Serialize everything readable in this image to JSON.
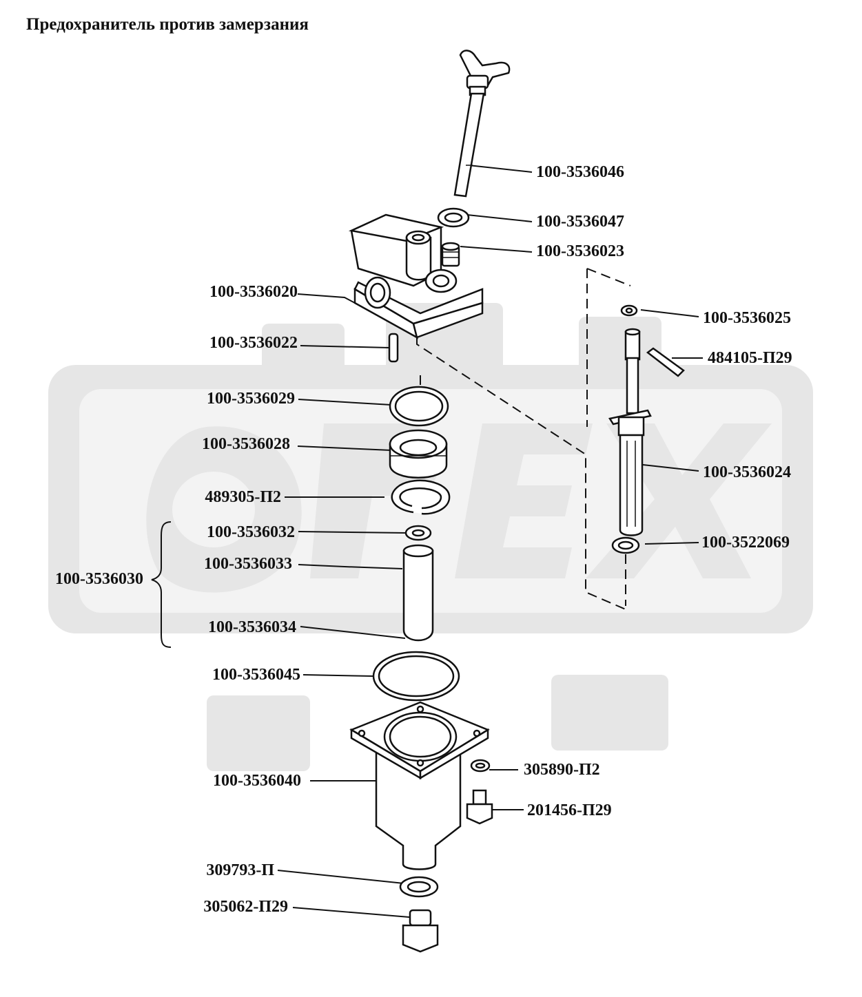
{
  "title": "Предохранитель против замерзания",
  "watermark": "ОРЕХ",
  "colors": {
    "ink": "#111111",
    "watermark_fill": "#e6e6e6",
    "watermark_light": "#f1f1f1"
  },
  "parts": {
    "p3536046": "100-3536046",
    "p3536047": "100-3536047",
    "p3536023": "100-3536023",
    "p3536020": "100-3536020",
    "p3536025": "100-3536025",
    "p484105": "484105-П29",
    "p3536022": "100-3536022",
    "p3536029": "100-3536029",
    "p3536028": "100-3536028",
    "p3536024": "100-3536024",
    "p489305": "489305-П2",
    "p3536032": "100-3536032",
    "p3522069": "100-3522069",
    "p3536030": "100-3536030",
    "p3536033": "100-3536033",
    "p3536034": "100-3536034",
    "p3536045": "100-3536045",
    "p3536040": "100-3536040",
    "p305890": "305890-П2",
    "p201456": "201456-П29",
    "p309793": "309793-П",
    "p305062": "305062-П29"
  }
}
